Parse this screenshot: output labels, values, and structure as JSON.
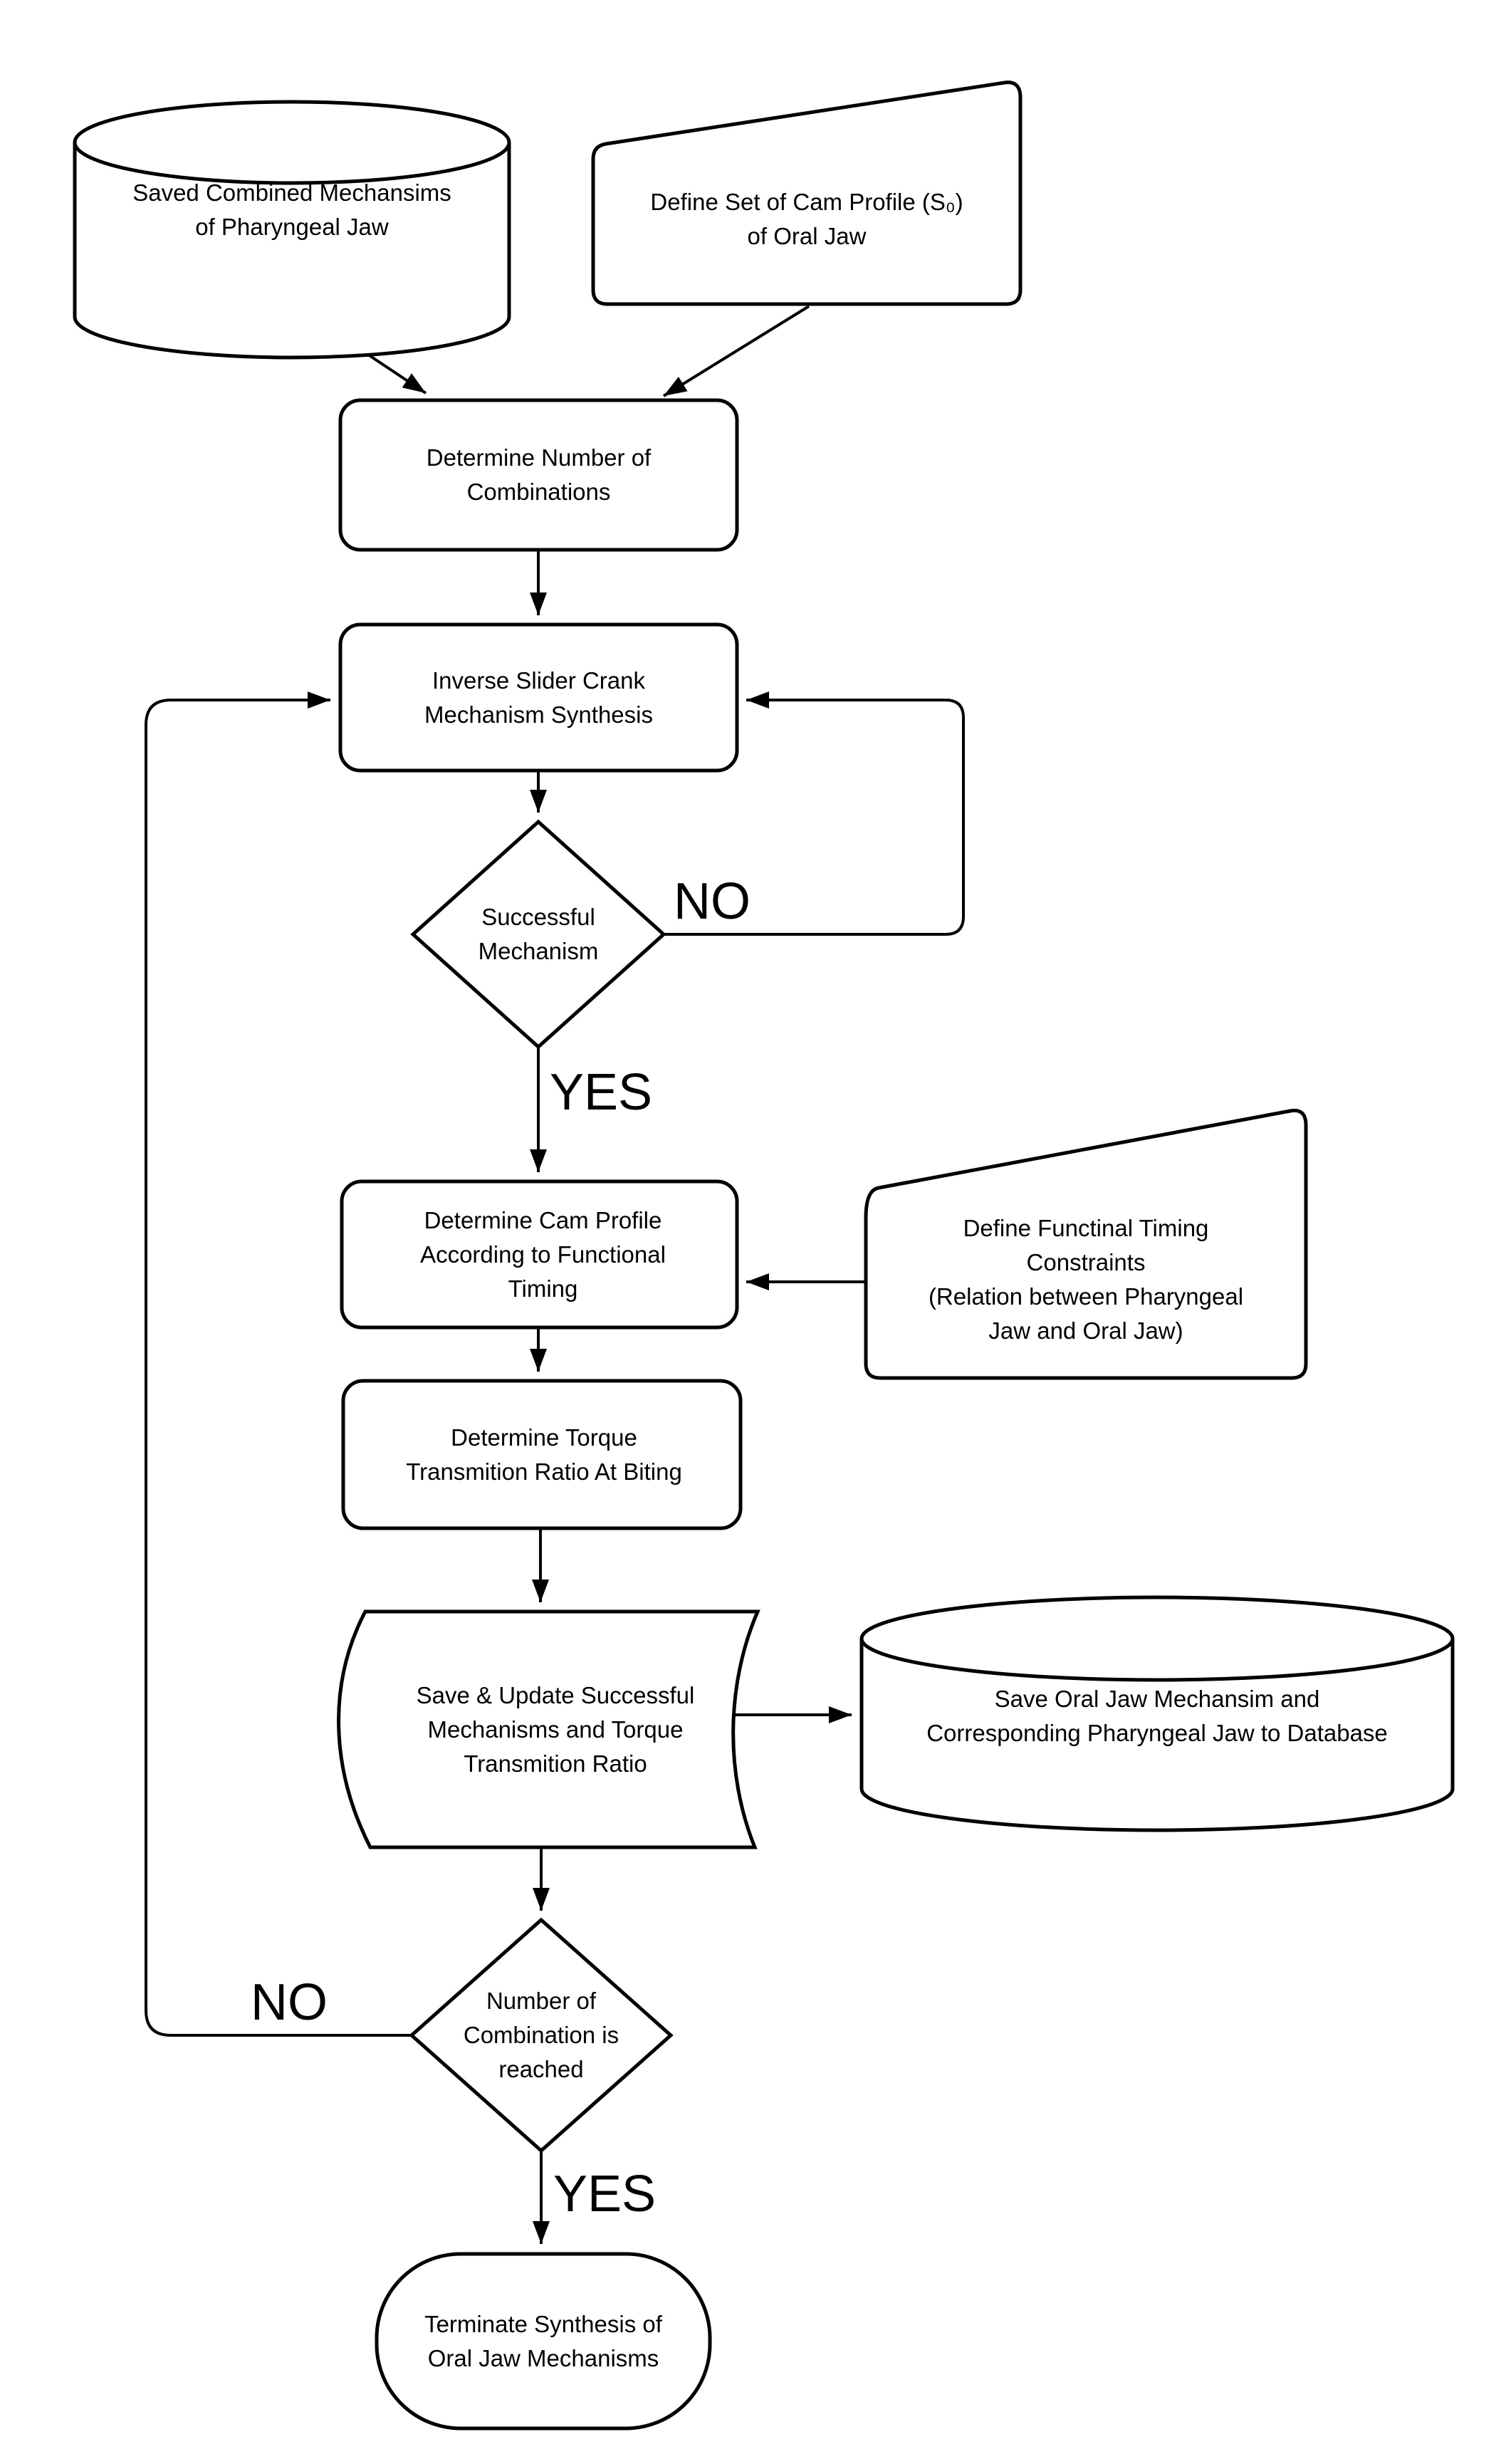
{
  "diagram": {
    "colors": {
      "stroke": "#000000",
      "node_fill": "#ffffff",
      "background": "#ffffff",
      "text": "#000000"
    },
    "nodes": {
      "saved_mechanisms_db": {
        "type": "database-cylinder",
        "label": "Saved Combined Mechansims\nof Pharyngeal Jaw"
      },
      "define_cam_profile": {
        "type": "manual-input",
        "label": "Define Set of Cam Profile (S₀)\nof Oral Jaw"
      },
      "determine_combinations": {
        "type": "process",
        "label": "Determine Number of\nCombinations"
      },
      "inverse_slider_crank": {
        "type": "process",
        "label": "Inverse Slider Crank\nMechanism Synthesis"
      },
      "successful_mechanism": {
        "type": "decision",
        "label": "Successful\nMechanism"
      },
      "determine_cam_profile": {
        "type": "process",
        "label": "Determine Cam Profile\nAccording to Functional\nTiming"
      },
      "define_timing_constraints": {
        "type": "manual-input",
        "label": "Define Functinal Timing\nConstraints\n(Relation between Pharyngeal\nJaw and Oral Jaw)"
      },
      "determine_torque": {
        "type": "process",
        "label": "Determine Torque\nTransmition Ratio At Biting"
      },
      "save_update_mechanisms": {
        "type": "stored-data",
        "label": "Save & Update Successful\nMechanisms and Torque\nTransmition Ratio"
      },
      "save_oral_jaw_db": {
        "type": "database-cylinder",
        "label": "Save Oral Jaw Mechansim and\nCorresponding Pharyngeal Jaw to Database"
      },
      "number_reached": {
        "type": "decision",
        "label": "Number of\nCombination is\nreached"
      },
      "terminate": {
        "type": "terminator",
        "label": "Terminate Synthesis of\nOral Jaw Mechanisms"
      }
    },
    "edge_labels": {
      "successful_no": "NO",
      "successful_yes": "YES",
      "reached_no": "NO",
      "reached_yes": "YES"
    }
  }
}
